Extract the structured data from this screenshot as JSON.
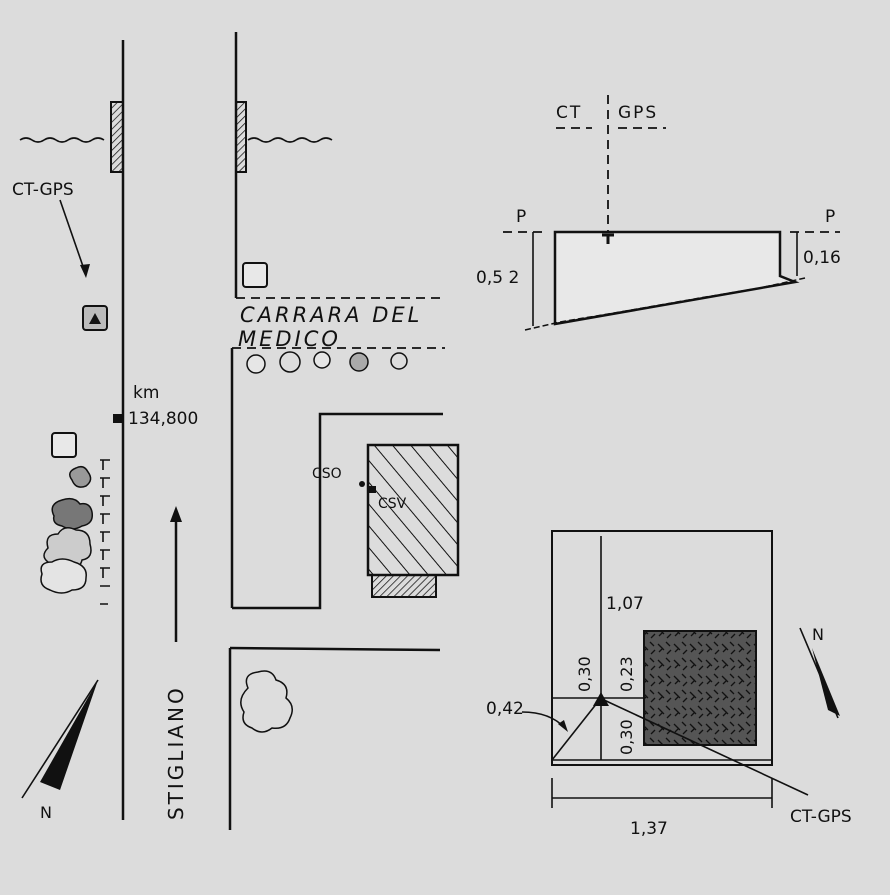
{
  "map": {
    "marker_label_left": "CT-GPS",
    "km_label": "km",
    "km_value": "134,800",
    "locality": "CARRARA DEL MEDICO",
    "locality_line1": "CARRARA DEL",
    "locality_line2": "MEDICO",
    "road_name": "STIGLIANO",
    "point_cso": "CSO",
    "point_csv": "CSV",
    "north_label": "N"
  },
  "section": {
    "label_ct": "CT",
    "label_gps": "GPS",
    "p_left": "P",
    "p_right": "P",
    "height_left": "0,5 2",
    "height_right": "0,16"
  },
  "plan": {
    "dim_107": "1,07",
    "dim_030_top": "0,30",
    "dim_023": "0,23",
    "dim_042": "0,42",
    "dim_030_bottom": "0,30",
    "dim_137": "1,37",
    "marker_label": "CT-GPS",
    "north_label": "N"
  }
}
